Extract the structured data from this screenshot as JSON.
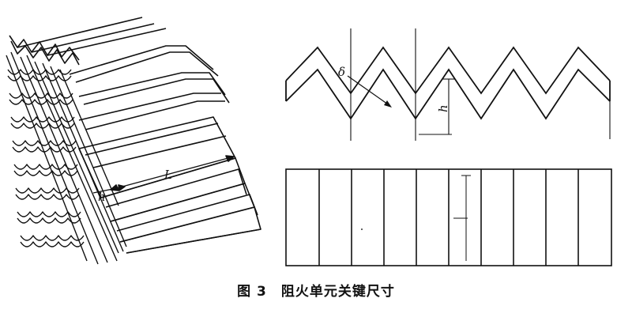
{
  "figure": {
    "caption_number": "图 3",
    "caption_title": "阻火单元关键尺寸",
    "labels": {
      "L": "L",
      "h_left": "h",
      "delta": "δ",
      "h_right": "h"
    },
    "colors": {
      "line": "#111111",
      "background": "#ffffff"
    }
  }
}
